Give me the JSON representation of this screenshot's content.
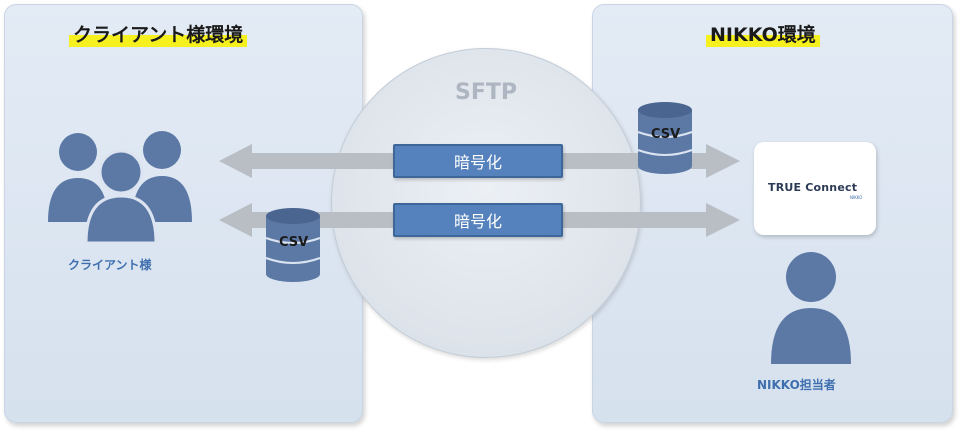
{
  "left_panel": {
    "title": "クライアント様環境",
    "user_label": "クライアント様"
  },
  "right_panel": {
    "title": "NIKKO環境",
    "user_label": "NIKKO担当者"
  },
  "channel": {
    "label": "SFTP",
    "encrypt_top": "暗号化",
    "encrypt_bottom": "暗号化"
  },
  "files": {
    "csv_top": "CSV",
    "csv_bottom": "CSV"
  },
  "system": {
    "name": "TRUE Connect",
    "sub": "NIKKO"
  },
  "colors": {
    "panel": "#dbe4f0",
    "icon": "#5c79a6",
    "encrypt_box": "#5582bd",
    "arrow": "#b9bec5",
    "highlight": "#f7f01f"
  }
}
